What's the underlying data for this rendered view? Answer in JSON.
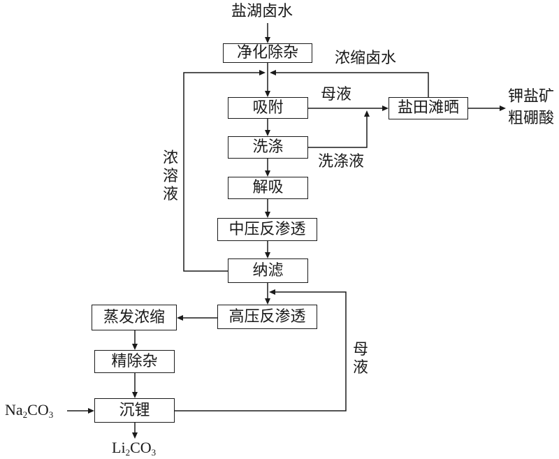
{
  "nodes": {
    "source": "盐湖卤水",
    "purify": "净化除杂",
    "adsorb": "吸附",
    "wash": "洗涤",
    "desorb": "解吸",
    "mid_ro": "中压反渗透",
    "nano": "纳滤",
    "high_ro": "高压反渗透",
    "evap": "蒸发浓缩",
    "fine": "精除杂",
    "precip": "沉锂",
    "saltpan": "盐田滩晒",
    "product_k": "钾盐矿",
    "product_b": "粗硼酸"
  },
  "labels": {
    "conc_brine": "浓缩卤水",
    "mother1": "母液",
    "wash_liquid": "洗涤液",
    "conc_solution": [
      "浓",
      "溶",
      "液"
    ],
    "mother2": [
      "母",
      "液"
    ]
  },
  "chem": {
    "na2co3": {
      "p1": "Na",
      "s1": "2",
      "p2": "CO",
      "s2": "3"
    },
    "li2co3": {
      "p1": "Li",
      "s1": "2",
      "p2": "CO",
      "s2": "3"
    }
  }
}
